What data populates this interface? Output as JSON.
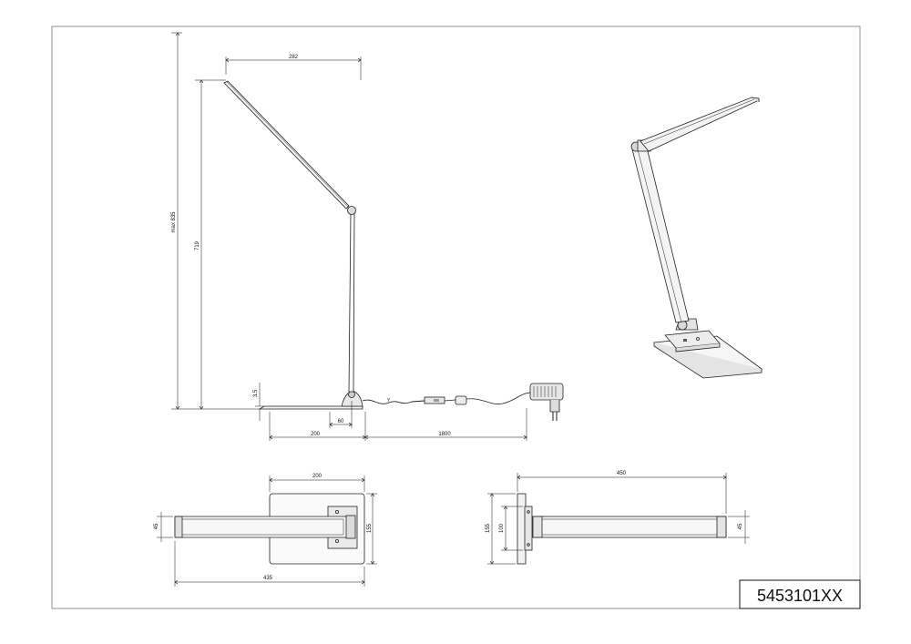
{
  "drawing": {
    "part_number": "5453101XX",
    "side_view": {
      "arm_reach": "282",
      "max_height": "max 835",
      "column_height": "719",
      "base_thickness": "3.5",
      "hinge_offset": "60",
      "base_length": "200",
      "cable_length": "1800"
    },
    "top_view": {
      "base_width": "200",
      "head_width": "45",
      "base_depth": "155",
      "total_length": "435"
    },
    "front_view": {
      "total_length": "450",
      "base_depth": "155",
      "inner_width": "100",
      "head_width": "45"
    }
  }
}
